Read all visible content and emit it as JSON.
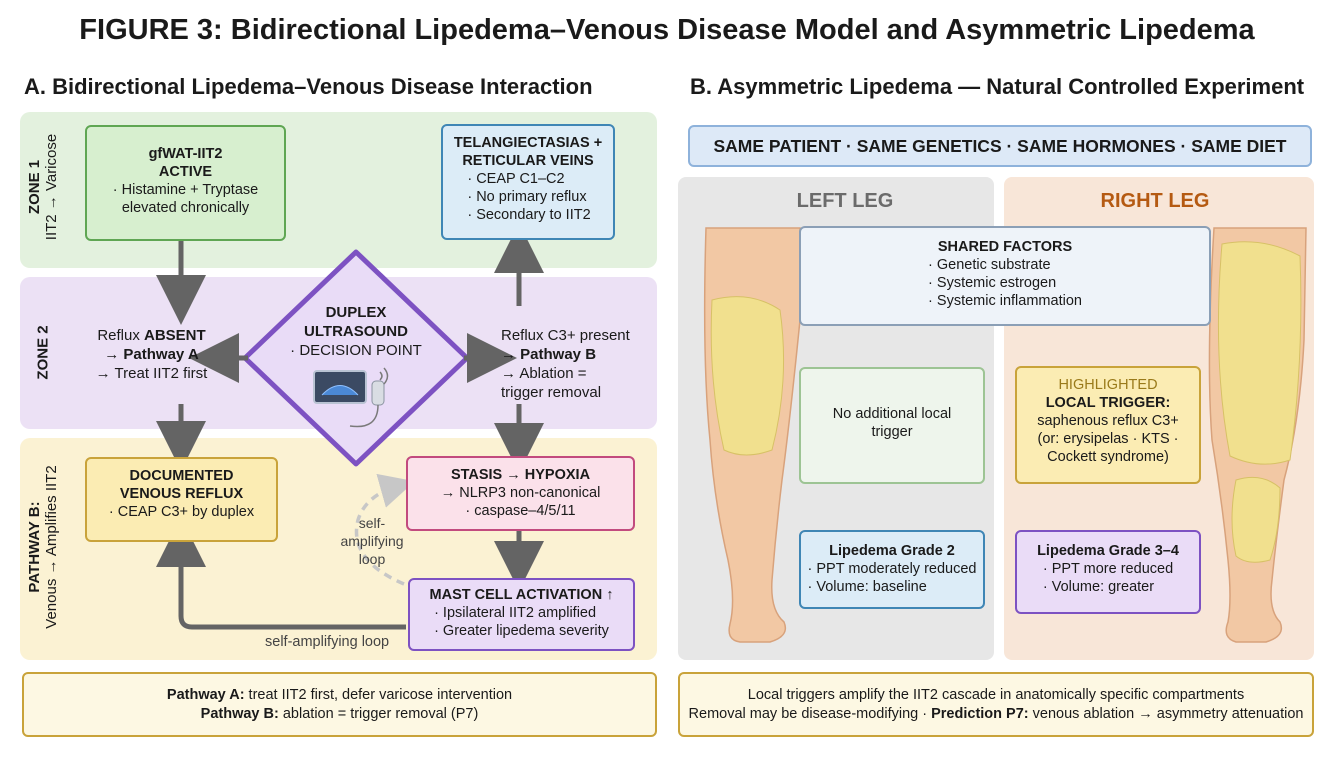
{
  "title": "FIGURE 3: Bidirectional Lipedema–Venous Disease Model and Asymmetric Lipedema",
  "panel_a": {
    "title": "A. Bidirectional Lipedema–Venous Disease Interaction",
    "zone1": {
      "label": "ZONE 1",
      "sub": "IIT2 → Varicose"
    },
    "zone2": {
      "label": "ZONE 2"
    },
    "zone3": {
      "label": "PATHWAY B:",
      "sub": "Venous → Amplifies IIT2"
    },
    "gfwat": {
      "title1": "gfWAT-IIT2",
      "title2": "ACTIVE",
      "line1": "· Histamine + Tryptase",
      "line2": "elevated chronically"
    },
    "telang": {
      "title1": "TELANGIECTASIAS +",
      "title2": "RETICULAR VEINS",
      "items": [
        "· CEAP C1–C2",
        "· No primary reflux",
        "· Secondary to IIT2"
      ]
    },
    "duplex": {
      "title1": "DUPLEX",
      "title2": "ULTRASOUND",
      "sub": "· DECISION POINT"
    },
    "reflux_absent": {
      "l1a": "Reflux ",
      "l1b": "ABSENT",
      "l2a": "→ ",
      "l2b": "Pathway A",
      "l3": "→ Treat IIT2 first"
    },
    "reflux_present": {
      "l1": "Reflux C3+ present",
      "l2a": "→ ",
      "l2b": "Pathway B",
      "l3": "→ Ablation =",
      "l4": "trigger removal"
    },
    "documented": {
      "title1": "DOCUMENTED",
      "title2": "VENOUS REFLUX",
      "line": "· CEAP C3+ by duplex"
    },
    "stasis": {
      "title": "STASIS → HYPOXIA",
      "line1": "→ NLRP3 non-canonical",
      "line2": "· caspase–4/5/11"
    },
    "mast": {
      "title": "MAST CELL ACTIVATION ↑",
      "items": [
        "· Ipsilateral IIT2 amplified",
        "· Greater lipedema severity"
      ]
    },
    "loop_inner": {
      "l1": "self-",
      "l2": "amplifying",
      "l3": "loop"
    },
    "loop_outer": "self-amplifying loop",
    "footer": {
      "a_label": "Pathway A:",
      "a_text": " treat IIT2 first, defer varicose intervention",
      "b_label": "Pathway B:",
      "b_text": " ablation = trigger removal (P7)"
    }
  },
  "panel_b": {
    "title": "B. Asymmetric Lipedema — Natural Controlled Experiment",
    "banner": "SAME PATIENT · SAME GENETICS · SAME HORMONES · SAME DIET",
    "left_leg": "LEFT LEG",
    "right_leg": "RIGHT LEG",
    "shared": {
      "title": "SHARED FACTORS",
      "items": [
        "· Genetic substrate",
        "· Systemic estrogen",
        "· Systemic inflammation"
      ]
    },
    "no_trigger": {
      "l1": "No additional local",
      "l2": "trigger"
    },
    "local_trigger": {
      "tag": "HIGHLIGHTED",
      "title": "LOCAL TRIGGER:",
      "l1": "saphenous reflux C3+",
      "l2": "(or: erysipelas · KTS ·",
      "l3": "Cockett syndrome)"
    },
    "grade2": {
      "title": "Lipedema Grade 2",
      "items": [
        "· PPT moderately reduced",
        "· Volume: baseline"
      ]
    },
    "grade34": {
      "title": "Lipedema Grade 3–4",
      "items": [
        "· PPT more reduced",
        "· Volume: greater"
      ]
    },
    "footer": {
      "line1": "Local triggers amplify the IIT2 cascade in anatomically specific compartments",
      "line2a": "Removal may be disease-modifying · ",
      "line2b": "Prediction P7:",
      "line2c": " venous ablation → asymmetry attenuation"
    }
  },
  "colors": {
    "zone1": "#e3f1de",
    "zone2": "#ece1f5",
    "zone3": "#fbf2d3",
    "green": "#5fa653",
    "blue": "#3f86b5",
    "purple": "#7d52c2",
    "gold": "#c9a33a",
    "pink": "#c24b7e",
    "orange_text": "#b55a12",
    "arrow": "#646464"
  }
}
